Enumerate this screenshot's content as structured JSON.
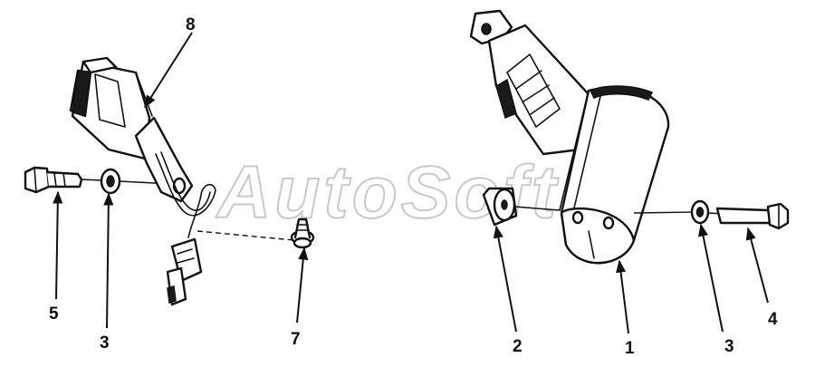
{
  "watermark": "AutoSoft",
  "callouts": {
    "c1": "1",
    "c2": "2",
    "c3_left": "3",
    "c3_right": "3",
    "c4": "4",
    "c5": "5",
    "c7": "7",
    "c8": "8"
  }
}
